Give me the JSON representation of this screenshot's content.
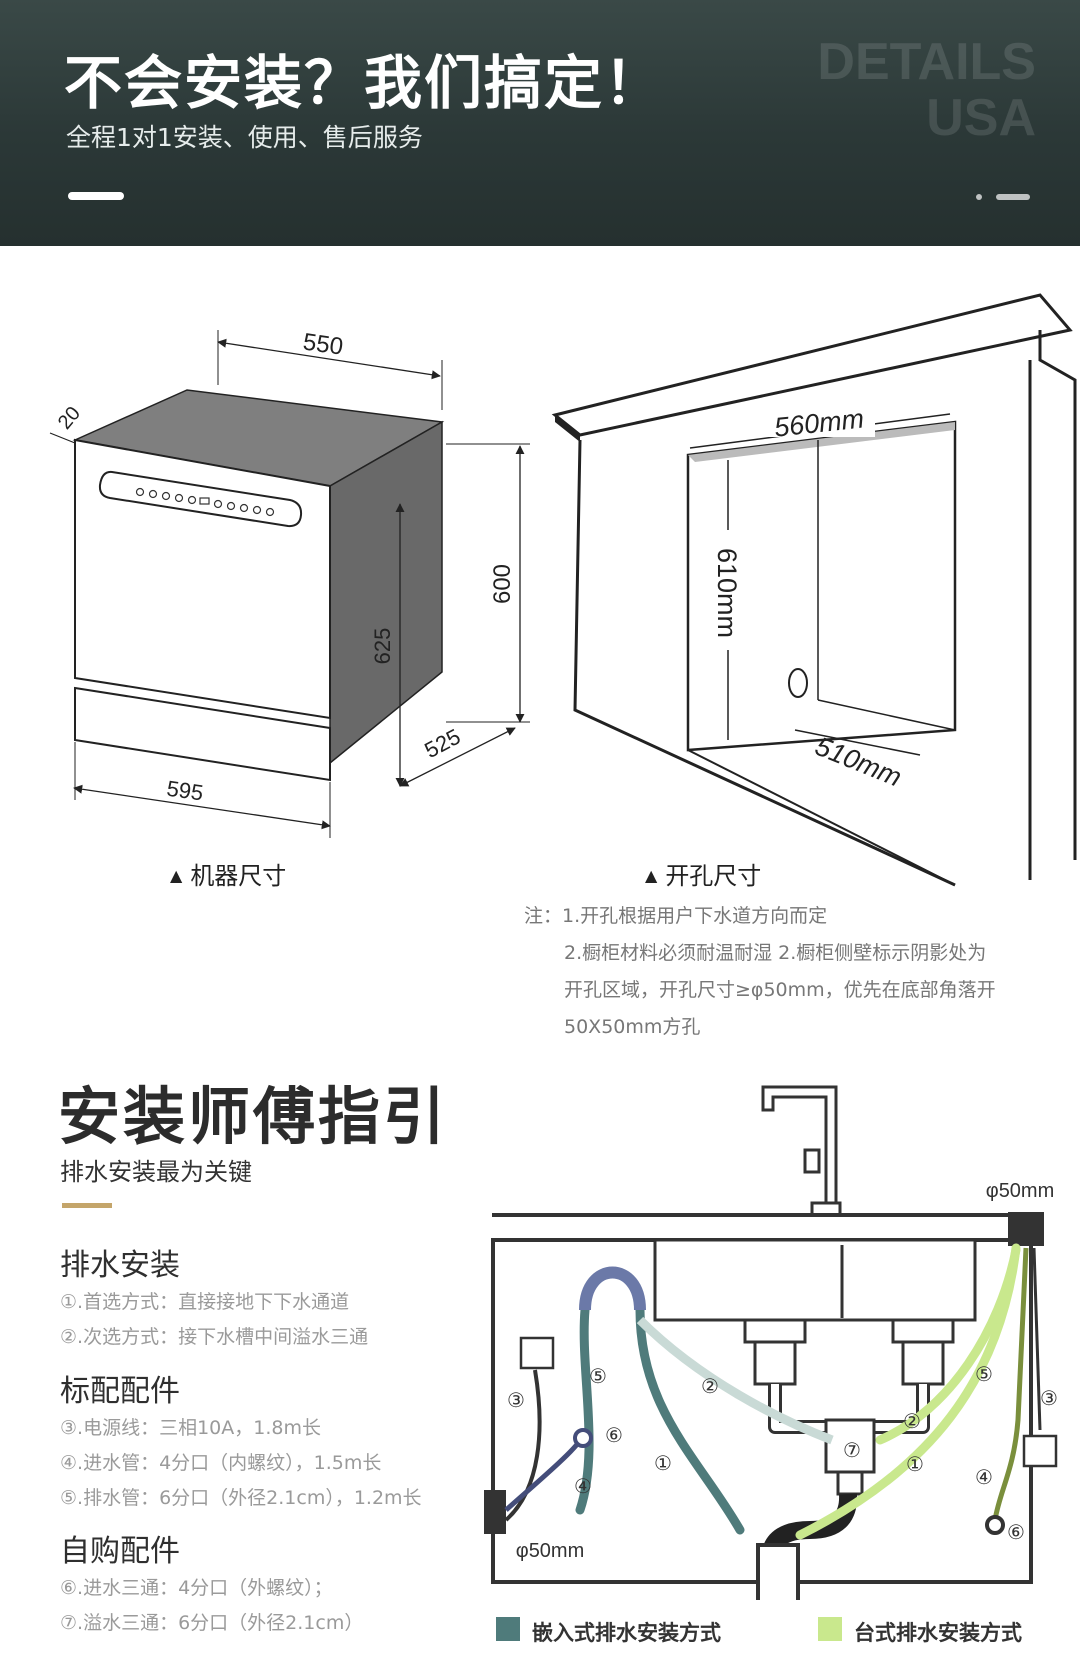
{
  "header": {
    "title": "不会安装？我们搞定！",
    "subtitle": "全程1对1安装、使用、售后服务",
    "watermark_line1": "DETAILS",
    "watermark_line2": "USA",
    "background_color": "#2b3837"
  },
  "machine_diagram": {
    "width_label": "550",
    "depth_top_label": "20",
    "height_label": "600",
    "inner_height_label": "625",
    "depth_label": "525",
    "front_width_label": "595",
    "caption": "机器尺寸"
  },
  "cabinet_diagram": {
    "width_label": "560mm",
    "height_label": "610mm",
    "depth_label": "510mm",
    "caption": "开孔尺寸"
  },
  "notes": {
    "prefix": "注：",
    "line1": "1.开孔根据用户下水道方向而定",
    "line2": "2.橱柜材料必须耐温耐湿 2.橱柜侧壁标示阴影处为",
    "line3": "开孔区域，开孔尺寸≥φ50mm，优先在底部角落开",
    "line4": "50X50mm方孔"
  },
  "guide": {
    "title": "安装师傅指引",
    "subtitle": "排水安装最为关键",
    "accent_color": "#c4a56a",
    "sections": [
      {
        "heading": "排水安装",
        "items": [
          "①.首选方式：直接接地下下水通道",
          "②.次选方式：接下水槽中间溢水三通"
        ]
      },
      {
        "heading": "标配配件",
        "items": [
          "③.电源线：三相10A，1.8m长",
          "④.进水管：4分口（内螺纹），1.5m长",
          "⑤.排水管：6分口（外径2.1cm），1.2m长"
        ]
      },
      {
        "heading": "自购配件",
        "items": [
          "⑥.进水三通：4分口（外螺纹）；",
          "⑦.溢水三通：6分口（外径2.1cm）"
        ]
      }
    ]
  },
  "plumbing_diagram": {
    "hole_label_right": "φ50mm",
    "hole_label_left": "φ50mm",
    "markers": {
      "m1": "①",
      "m2": "②",
      "m3": "③",
      "m4": "④",
      "m5": "⑤",
      "m6": "⑥",
      "m7": "⑦"
    },
    "colors": {
      "embedded": "#4f7b7b",
      "countertop": "#c9e88d"
    },
    "legend": {
      "embedded": "嵌入式排水安装方式",
      "countertop": "台式排水安装方式"
    }
  }
}
